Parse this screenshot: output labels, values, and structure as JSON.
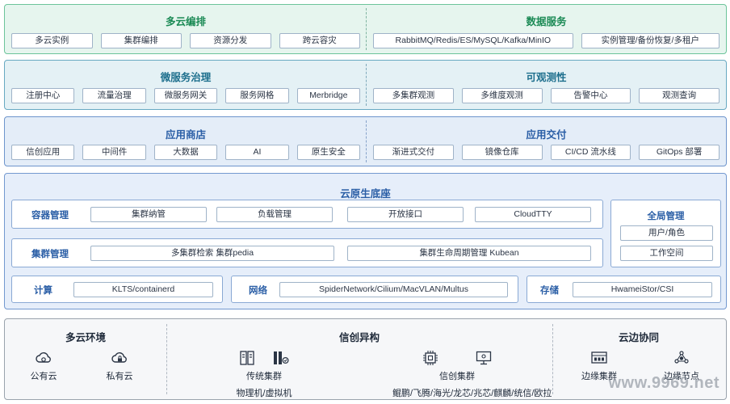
{
  "row1": {
    "left": {
      "title": "多云编排",
      "chips": [
        "多云实例",
        "集群编排",
        "资源分发",
        "跨云容灾"
      ]
    },
    "right": {
      "title": "数据服务",
      "chips": [
        "RabbitMQ/Redis/ES/MySQL/Kafka/MinIO",
        "实例管理/备份恢复/多租户"
      ]
    }
  },
  "row2": {
    "left": {
      "title": "微服务治理",
      "chips": [
        "注册中心",
        "流量治理",
        "微服务网关",
        "服务网格",
        "Merbridge"
      ]
    },
    "right": {
      "title": "可观测性",
      "chips": [
        "多集群观测",
        "多维度观测",
        "告警中心",
        "观测查询"
      ]
    }
  },
  "row3": {
    "left": {
      "title": "应用商店",
      "chips": [
        "信创应用",
        "中间件",
        "大数据",
        "AI",
        "原生安全"
      ]
    },
    "right": {
      "title": "应用交付",
      "chips": [
        "渐进式交付",
        "镜像仓库",
        "CI/CD 流水线",
        "GitOps 部署"
      ]
    }
  },
  "core": {
    "title": "云原生底座",
    "container": {
      "title": "容器管理",
      "chips": [
        "集群纳管",
        "负载管理",
        "开放接口",
        "CloudTTY"
      ]
    },
    "cluster": {
      "title": "集群管理",
      "chips": [
        "多集群检索 集群pedia",
        "集群生命周期管理 Kubean"
      ]
    },
    "global": {
      "title": "全局管理",
      "chips": [
        "用户/角色",
        "工作空间"
      ]
    },
    "compute": {
      "title": "计算",
      "chip": "KLTS/containerd"
    },
    "network": {
      "title": "网络",
      "chip": "SpiderNetwork/Cilium/MacVLAN/Multus"
    },
    "storage": {
      "title": "存储",
      "chip": "HwameiStor/CSI"
    }
  },
  "bottom": {
    "multicloud": {
      "title": "多云环境",
      "items": [
        {
          "icon": "public-cloud-icon",
          "label": "公有云"
        },
        {
          "icon": "private-cloud-icon",
          "label": "私有云"
        }
      ]
    },
    "xinchuang": {
      "title": "信创异构",
      "traditional": {
        "label1": "传统集群",
        "label2": "物理机/虚拟机"
      },
      "xc": {
        "label1": "信创集群",
        "label2": "鲲鹏/飞腾/海光/龙芯/兆芯/麒麟/统信/欧拉"
      }
    },
    "edge": {
      "title": "云边协同",
      "items": [
        {
          "icon": "edge-cluster-icon",
          "label": "边缘集群"
        },
        {
          "icon": "edge-node-icon",
          "label": "边缘节点"
        }
      ]
    }
  },
  "watermark": "www.9969.net"
}
